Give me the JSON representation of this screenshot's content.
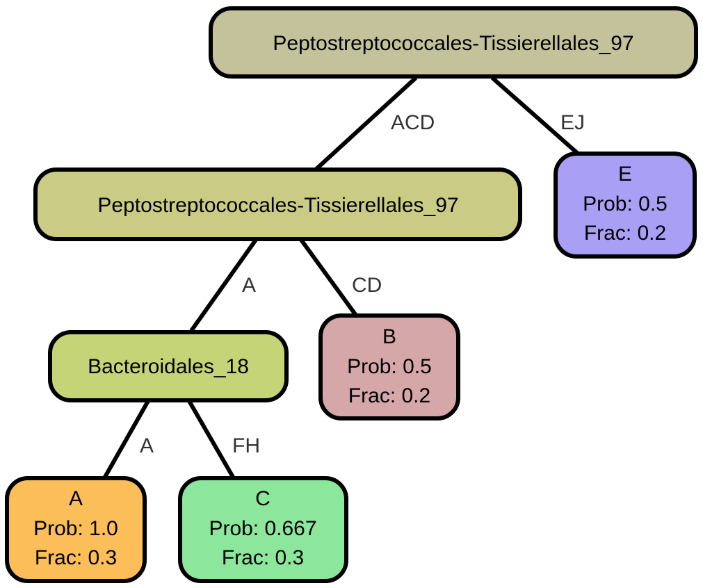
{
  "nodes": {
    "root": {
      "lines": [
        "Peptostreptococcales-Tissierellales_97"
      ],
      "color": "#c4c29a"
    },
    "inner": {
      "lines": [
        "Peptostreptococcales-Tissierellales_97"
      ],
      "color": "#cacb84"
    },
    "bacteroidales": {
      "lines": [
        "Bacteroidales_18"
      ],
      "color": "#c6d478"
    },
    "leaf_e": {
      "lines": [
        "E",
        "Prob: 0.5",
        "Frac: 0.2"
      ],
      "color": "#a99ff5"
    },
    "leaf_b": {
      "lines": [
        "B",
        "Prob: 0.5",
        "Frac: 0.2"
      ],
      "color": "#d6a7a9"
    },
    "leaf_a": {
      "lines": [
        "A",
        "Prob: 1.0",
        "Frac: 0.3"
      ],
      "color": "#fbbe58"
    },
    "leaf_c": {
      "lines": [
        "C",
        "Prob: 0.667",
        "Frac: 0.3"
      ],
      "color": "#8ce79c"
    }
  },
  "edges": {
    "root_to_inner": {
      "label": "ACD"
    },
    "root_to_e": {
      "label": "EJ"
    },
    "inner_to_bacteroidales": {
      "label": "A"
    },
    "inner_to_b": {
      "label": "CD"
    },
    "bacteroidales_to_a": {
      "label": "A"
    },
    "bacteroidales_to_c": {
      "label": "FH"
    }
  }
}
